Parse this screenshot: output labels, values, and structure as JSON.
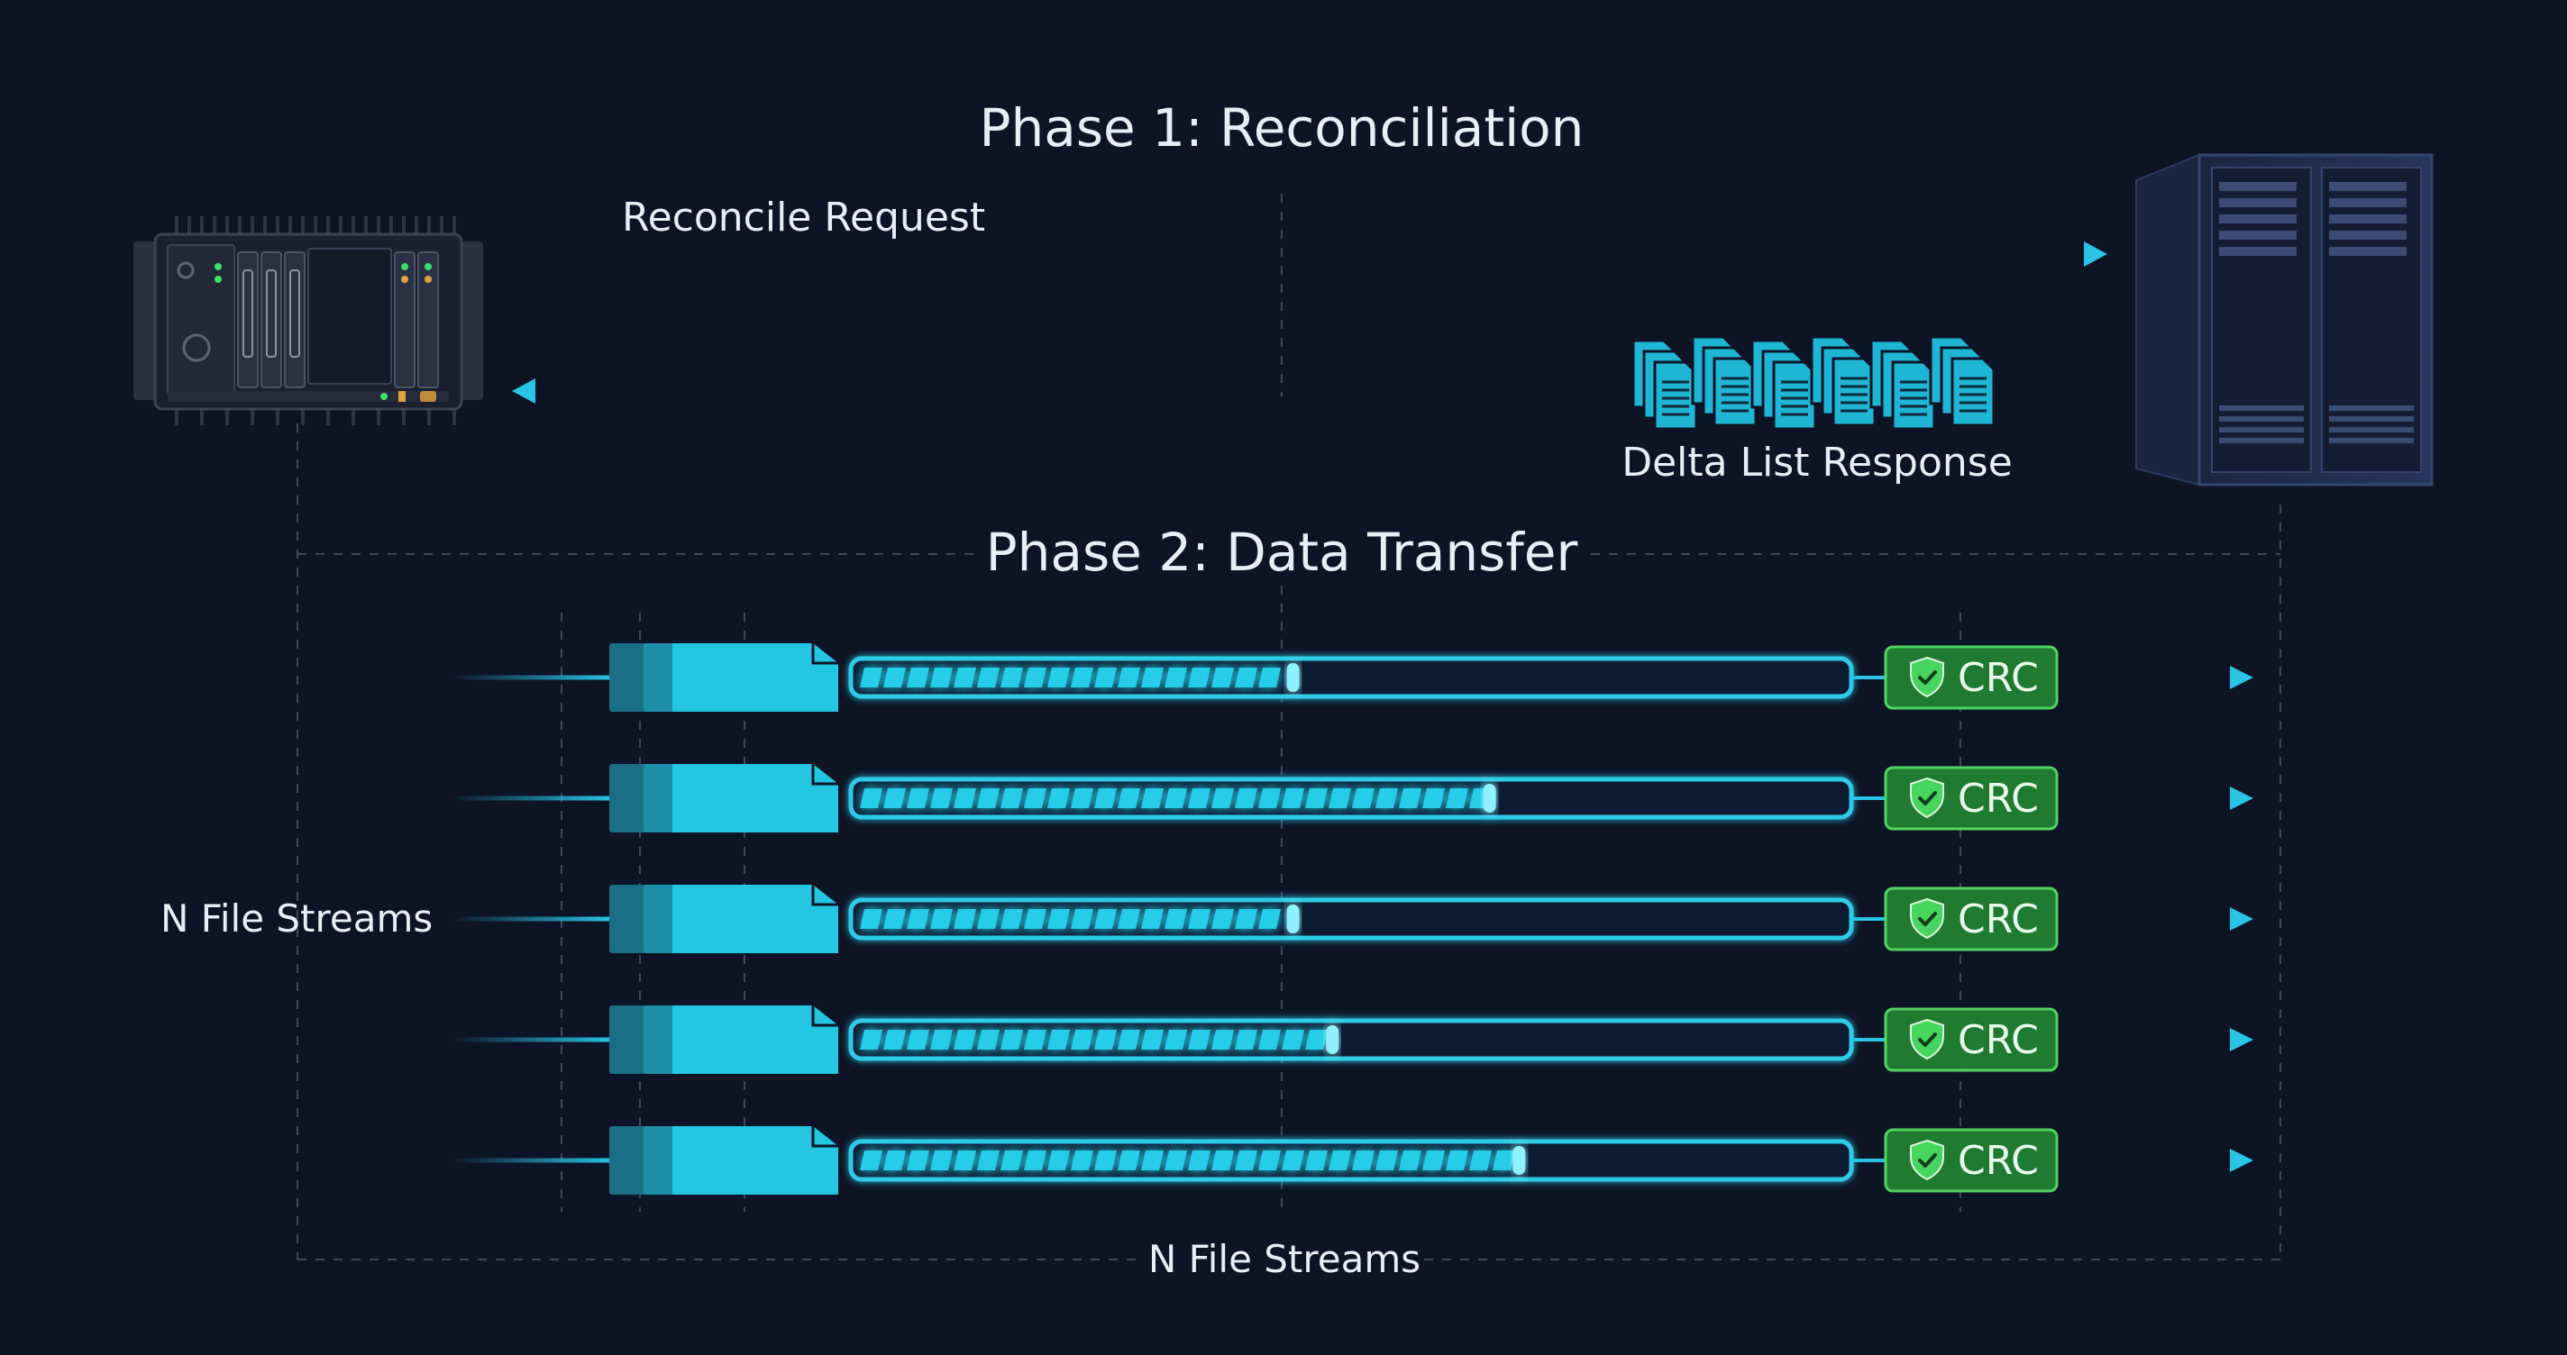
{
  "phase1": {
    "title": "Phase 1: Reconciliation",
    "request_label": "Reconcile Request",
    "response_label": "Delta List Response"
  },
  "phase2": {
    "title": "Phase 2: Data Transfer",
    "left_label": "N File Streams",
    "bottom_label": "N File Streams",
    "check_label": "CRC",
    "streams": [
      {
        "progress": 0.44
      },
      {
        "progress": 0.64
      },
      {
        "progress": 0.44
      },
      {
        "progress": 0.48
      },
      {
        "progress": 0.67
      }
    ]
  },
  "icons": {
    "client": "embedded-controller-icon",
    "server": "server-rack-icon",
    "documents": "document-stack-icon",
    "check": "shield-check-icon",
    "file": "file-icon"
  },
  "colors": {
    "background": "#0d1426",
    "accent": "#29c4e6",
    "file_fill": "#22c6e2",
    "crc_fill": "#1f7a32",
    "crc_border": "#4fd65e",
    "text": "#e8eef6"
  }
}
